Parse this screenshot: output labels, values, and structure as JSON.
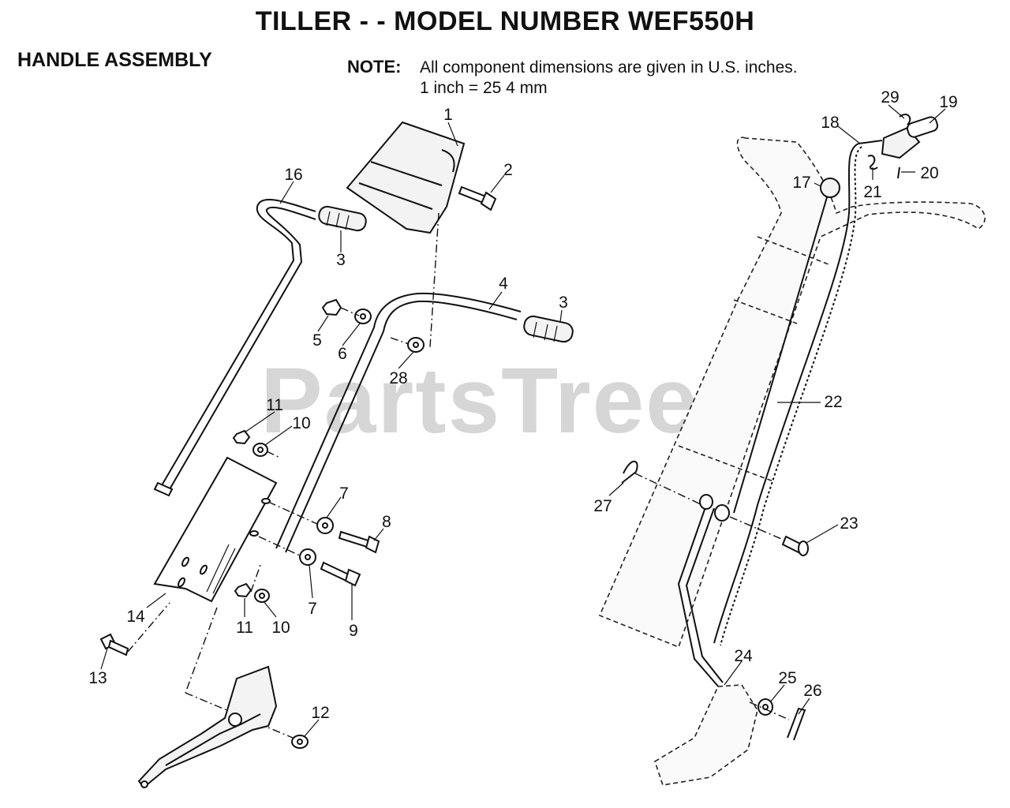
{
  "header": {
    "title": "TILLER - - MODEL NUMBER WEF550H",
    "section": "HANDLE ASSEMBLY",
    "note_label": "NOTE:",
    "note_line1": "All component dimensions are given in U.S. inches.",
    "note_line2": "1 inch = 25 4 mm"
  },
  "watermark": "PartsTree",
  "callouts": {
    "c1": "1",
    "c2": "2",
    "c3a": "3",
    "c3b": "3",
    "c4": "4",
    "c5": "5",
    "c6": "6",
    "c7a": "7",
    "c7b": "7",
    "c8": "8",
    "c9": "9",
    "c10a": "10",
    "c10b": "10",
    "c11a": "11",
    "c11b": "11",
    "c12": "12",
    "c13": "13",
    "c14": "14",
    "c16": "16",
    "c17": "17",
    "c18": "18",
    "c19": "19",
    "c20": "20",
    "c21": "21",
    "c22": "22",
    "c23": "23",
    "c24": "24",
    "c25": "25",
    "c26": "26",
    "c27": "27",
    "c28": "28",
    "c29": "29"
  }
}
